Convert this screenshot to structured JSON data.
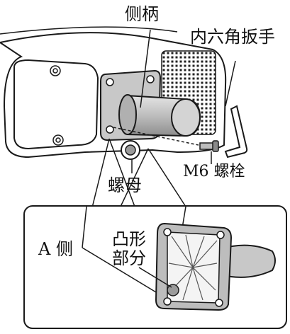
{
  "labels": {
    "side_handle": "侧柄",
    "hex_wrench": "内六角扳手",
    "m6_bolt": "M6 螺栓",
    "nut": "螺母",
    "side_a": "A 侧",
    "convex_part_line1": "凸形",
    "convex_part_line2": "部分"
  },
  "colors": {
    "line": "#1a1a1a",
    "part_fill": "#c8c8c8",
    "part_fill_dark": "#9a9a9a",
    "background": "#ffffff"
  }
}
